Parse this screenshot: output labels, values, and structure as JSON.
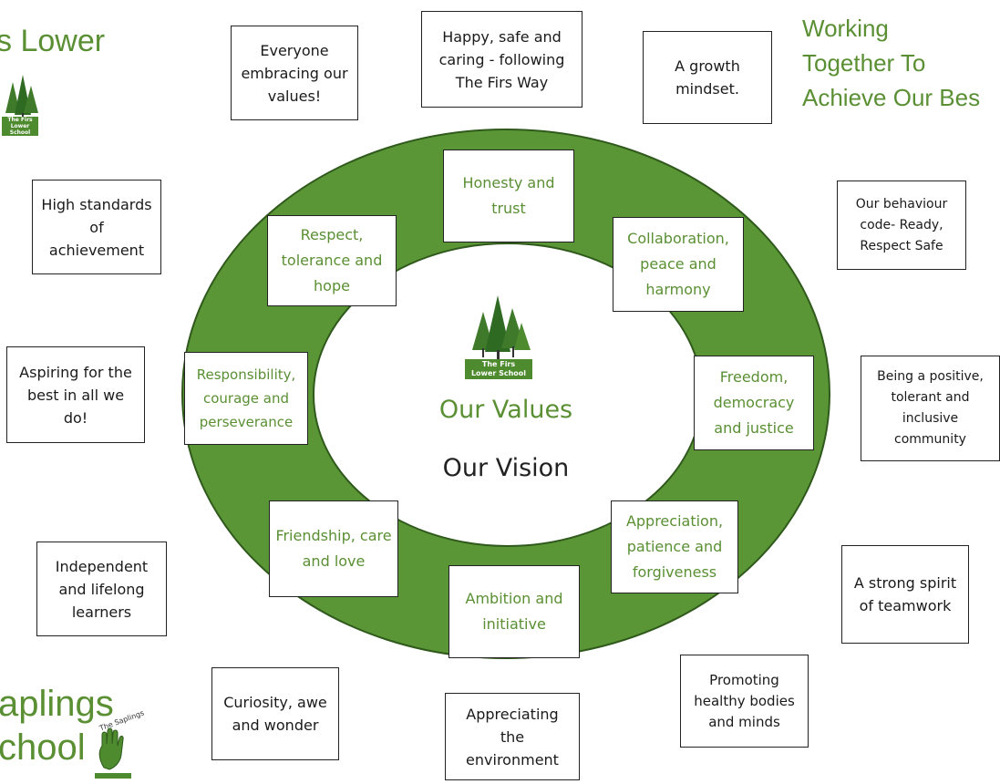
{
  "corners": {
    "top_left": "s Lower",
    "top_right": [
      "Working",
      "Together To",
      "Achieve Our Bes"
    ],
    "bottom_left": [
      "aplings",
      "chool"
    ],
    "saplings_stamp": "The Saplings"
  },
  "center": {
    "title": "Our Values",
    "subtitle": "Our Vision",
    "logo_line1": "The Firs",
    "logo_line2": "Lower School"
  },
  "top_left_logo": {
    "line1": "The Firs",
    "line2": "Lower School"
  },
  "values": [
    "Honesty and trust",
    "Respect, tolerance and hope",
    "Collaboration, peace and harmony",
    "Responsibility, courage and perseverance",
    "Freedom, democracy and justice",
    "Friendship, care and love",
    "Appreciation, patience and forgiveness",
    "Ambition and initiative"
  ],
  "vision": [
    "Everyone embracing our values!",
    "Happy, safe and caring - following The Firs Way",
    "A growth mindset.",
    "High standards of achievement",
    "Our behaviour code- Ready, Respect Safe",
    "Aspiring for the best in all we do!",
    "Being a positive, tolerant and inclusive community",
    "Independent and lifelong learners",
    "A strong spirit of teamwork",
    "Curiosity, awe and wonder",
    "Promoting healthy bodies and minds",
    "Appreciating the environment"
  ],
  "colors": {
    "ring_green": "#5b9636",
    "text_green": "#5a8f33",
    "tree_green": "#3f7a2a"
  }
}
